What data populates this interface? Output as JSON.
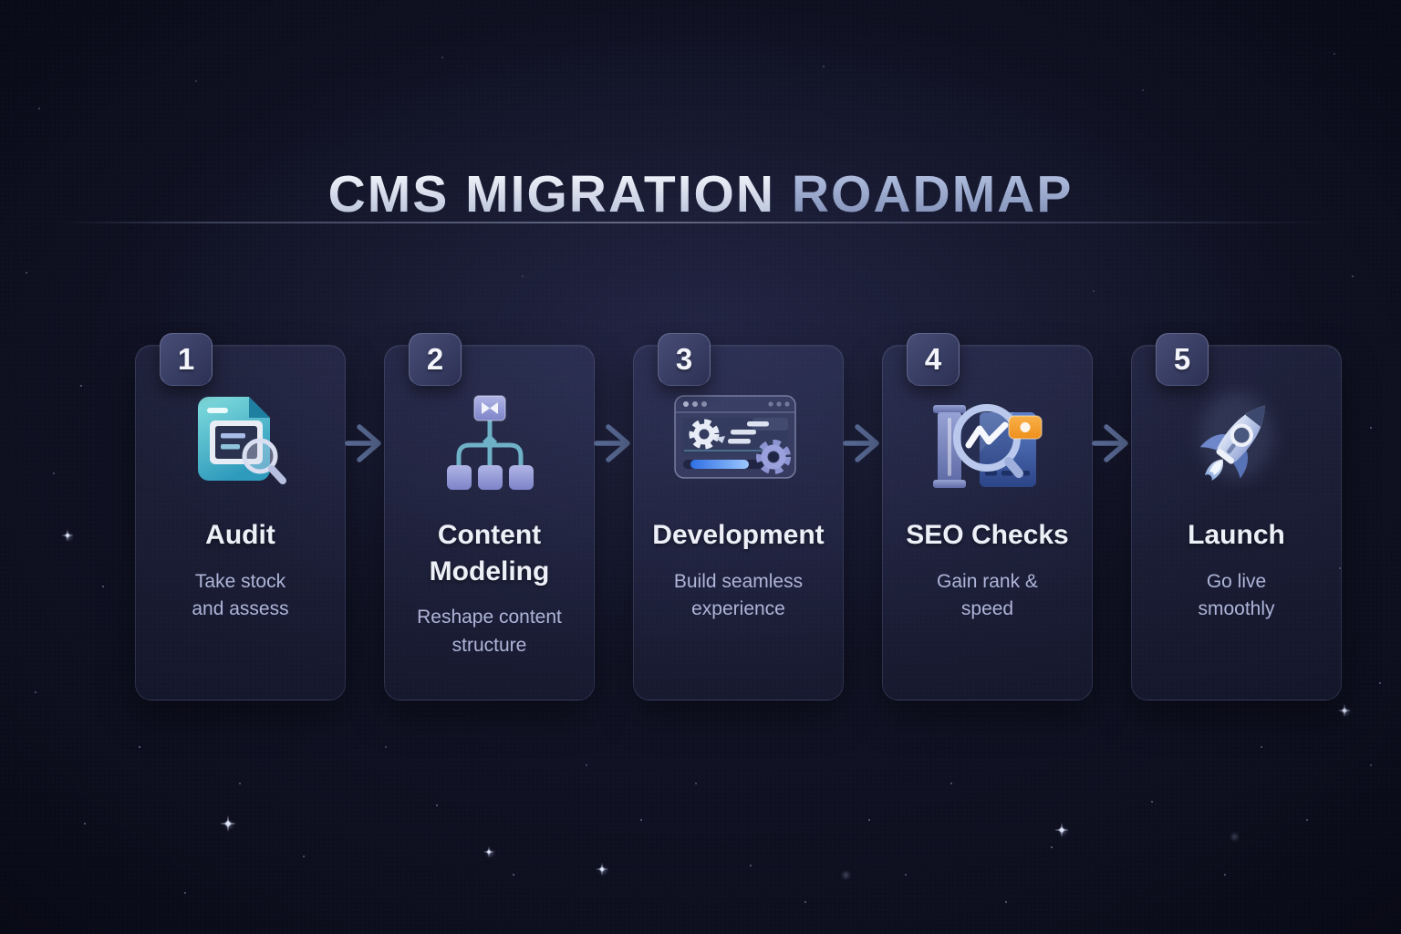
{
  "title": {
    "part1": "CMS MIGRATION",
    "part2": "ROADMAP"
  },
  "steps": [
    {
      "number": "1",
      "title": "Audit",
      "subtitle_lines": [
        "Take stock",
        "and assess"
      ],
      "icon": "audit-document-magnifier-icon"
    },
    {
      "number": "2",
      "title": "Content Modeling",
      "subtitle_lines": [
        "Reshape content",
        "structure"
      ],
      "icon": "content-model-tree-icon"
    },
    {
      "number": "3",
      "title": "Development",
      "subtitle_lines": [
        "Build seamless",
        "experience"
      ],
      "icon": "dev-browser-gears-icon"
    },
    {
      "number": "4",
      "title": "SEO Checks",
      "subtitle_lines": [
        "Gain rank &",
        "speed"
      ],
      "icon": "seo-magnifier-chart-icon"
    },
    {
      "number": "5",
      "title": "Launch",
      "subtitle_lines": [
        "Go live",
        "smoothly"
      ],
      "icon": "rocket-icon"
    }
  ],
  "separator_icon": "arrow-right-icon",
  "colors": {
    "background": "#0b0c1a",
    "card_fill": "#2a2d4f",
    "badge": "#3b4066",
    "title_primary": "#e9edf7",
    "title_secondary": "#96a4c9",
    "step_title": "#eef0f8",
    "step_subtitle": "#aeb5d8",
    "arrow": "#5d6f9a",
    "accent_teal": "#35a8c0",
    "accent_purple": "#8b90c8",
    "accent_orange": "#f49d2c",
    "accent_progress_blue": "#3b7ff0"
  }
}
